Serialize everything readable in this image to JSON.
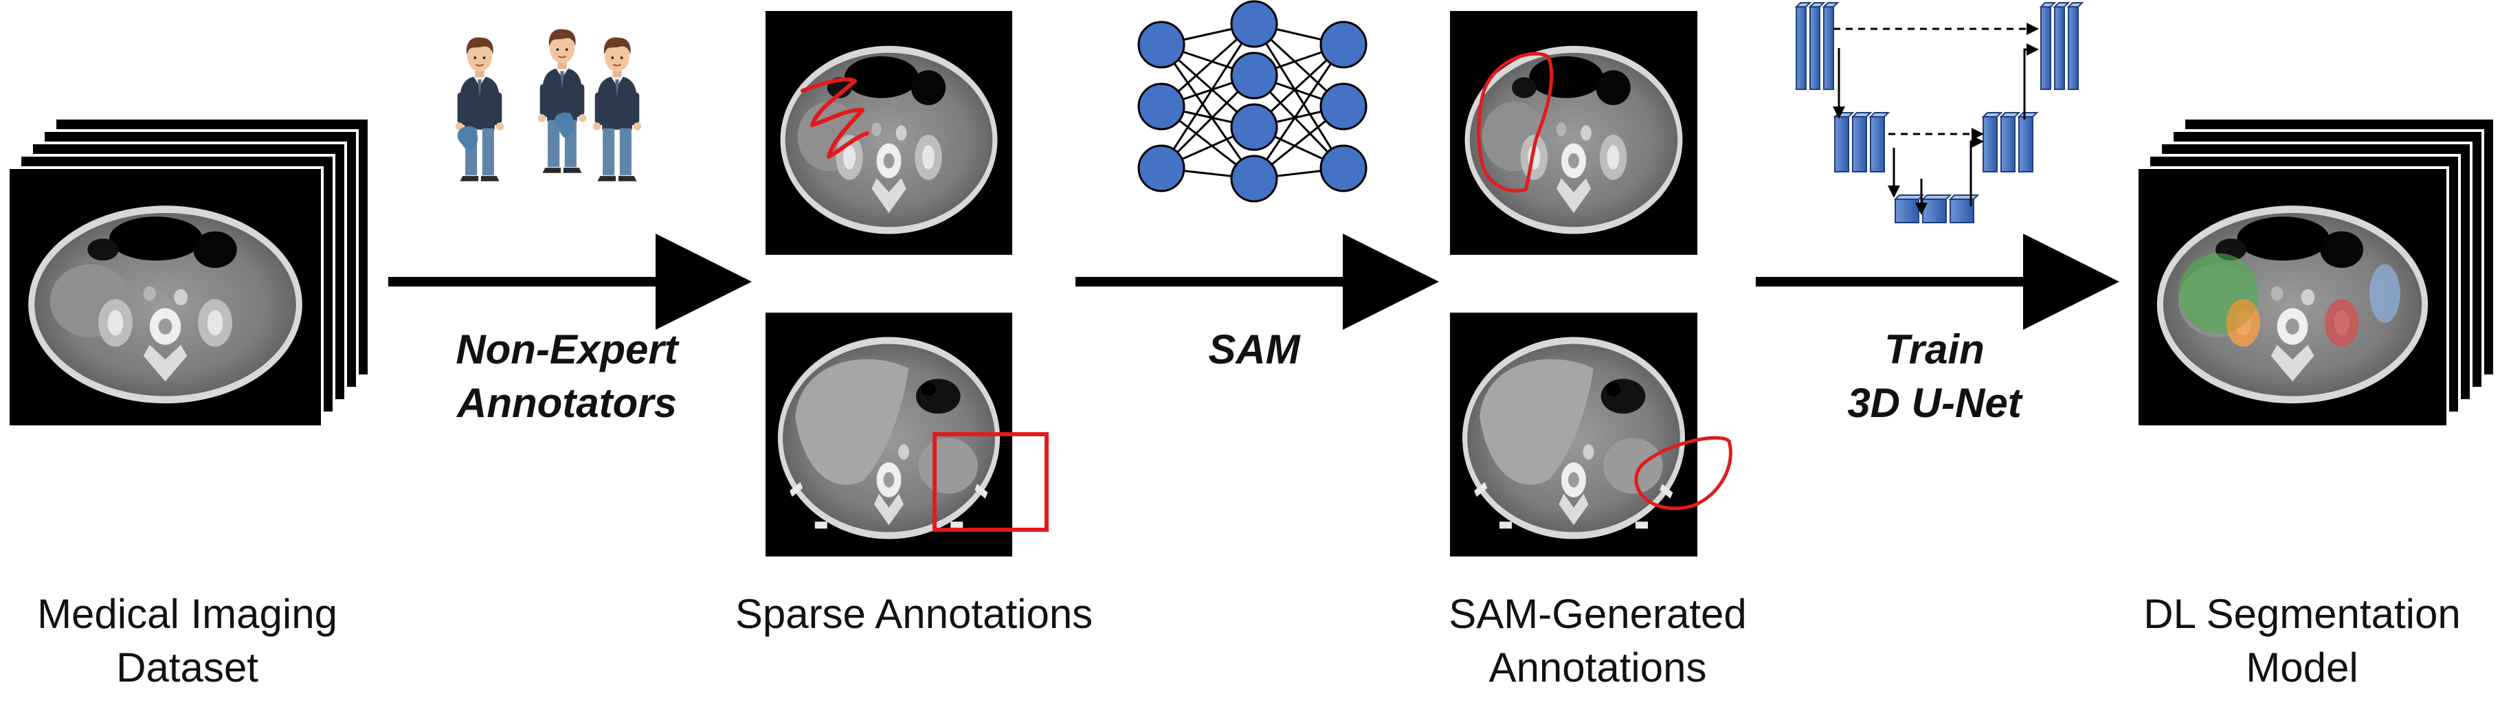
{
  "colors": {
    "arrow": "#000000",
    "sam_node": "#4472c4",
    "unet_block": "#4472c4",
    "annotation_red": "#e31a1c",
    "ct_slice_bg": "#000000"
  },
  "stages": {
    "dataset": {
      "line1": "Medical Imaging",
      "line2": "Dataset"
    },
    "sparse": {
      "line1": "Sparse Annotations"
    },
    "sam_generated": {
      "line1": "SAM-Generated",
      "line2": "Annotations"
    },
    "model": {
      "line1": "DL Segmentation",
      "line2": "Model"
    }
  },
  "transitions": {
    "annotators": {
      "line1": "Non-Expert",
      "line2": "Annotators"
    },
    "sam": {
      "line1": "SAM"
    },
    "train": {
      "line1": "Train",
      "line2": "3D U-Net"
    }
  },
  "icons": {
    "annotators": "three-people-icon",
    "sam": "neural-network-icon",
    "unet": "unet-architecture-icon"
  }
}
